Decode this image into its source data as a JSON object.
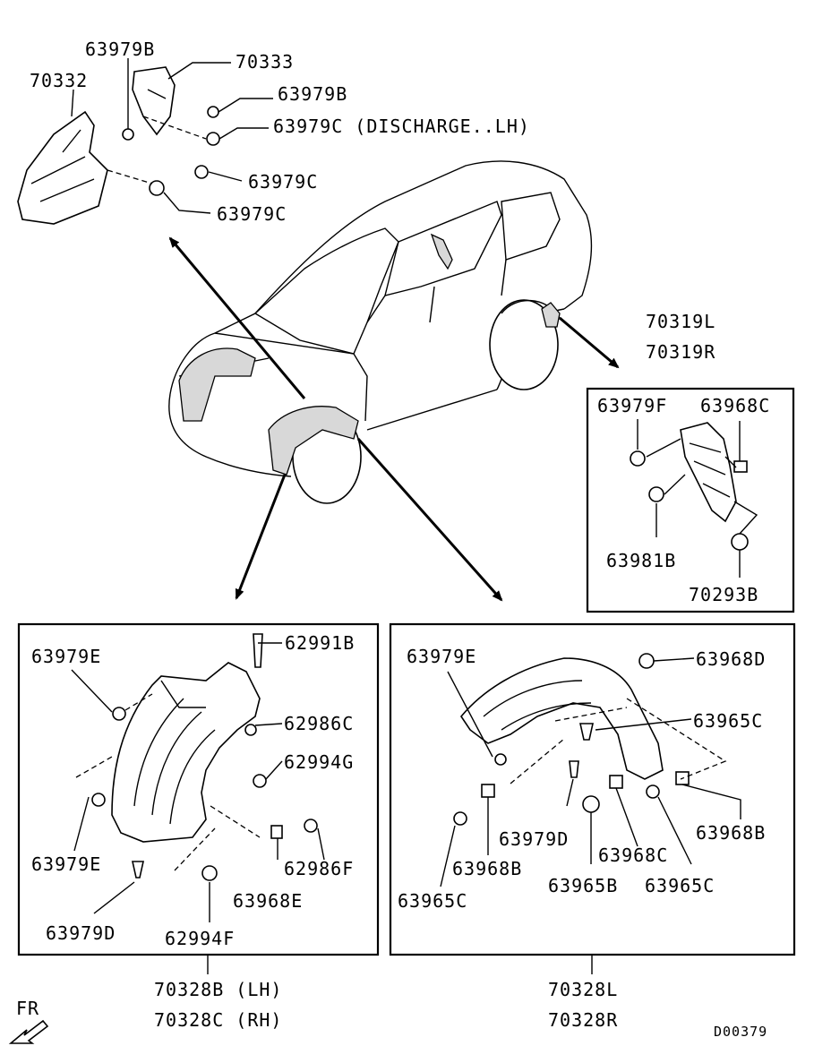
{
  "diagram_id": "D00379",
  "direction_label": "FR",
  "top_group": {
    "labels": [
      "63979B",
      "70333",
      "70332",
      "63979B",
      "63979C (DISCHARGE..LH)",
      "63979C",
      "63979C"
    ]
  },
  "rear_box": {
    "title_lines": [
      "70319L",
      "70319R"
    ],
    "labels": [
      "63979F",
      "63968C",
      "63981B",
      "70293B"
    ]
  },
  "front_left_box": {
    "labels": [
      "63979E",
      "62991B",
      "62986C",
      "62994G",
      "63979E",
      "62986F",
      "63968E",
      "63979D",
      "62994F"
    ],
    "caption_lines": [
      "70328B (LH)",
      "70328C (RH)"
    ]
  },
  "front_right_box": {
    "labels": [
      "63979E",
      "63968D",
      "63965C",
      "63979D",
      "63968B",
      "63968C",
      "63968B",
      "63965C",
      "63965B",
      "63965C"
    ],
    "caption_lines": [
      "70328L",
      "70328R"
    ]
  }
}
